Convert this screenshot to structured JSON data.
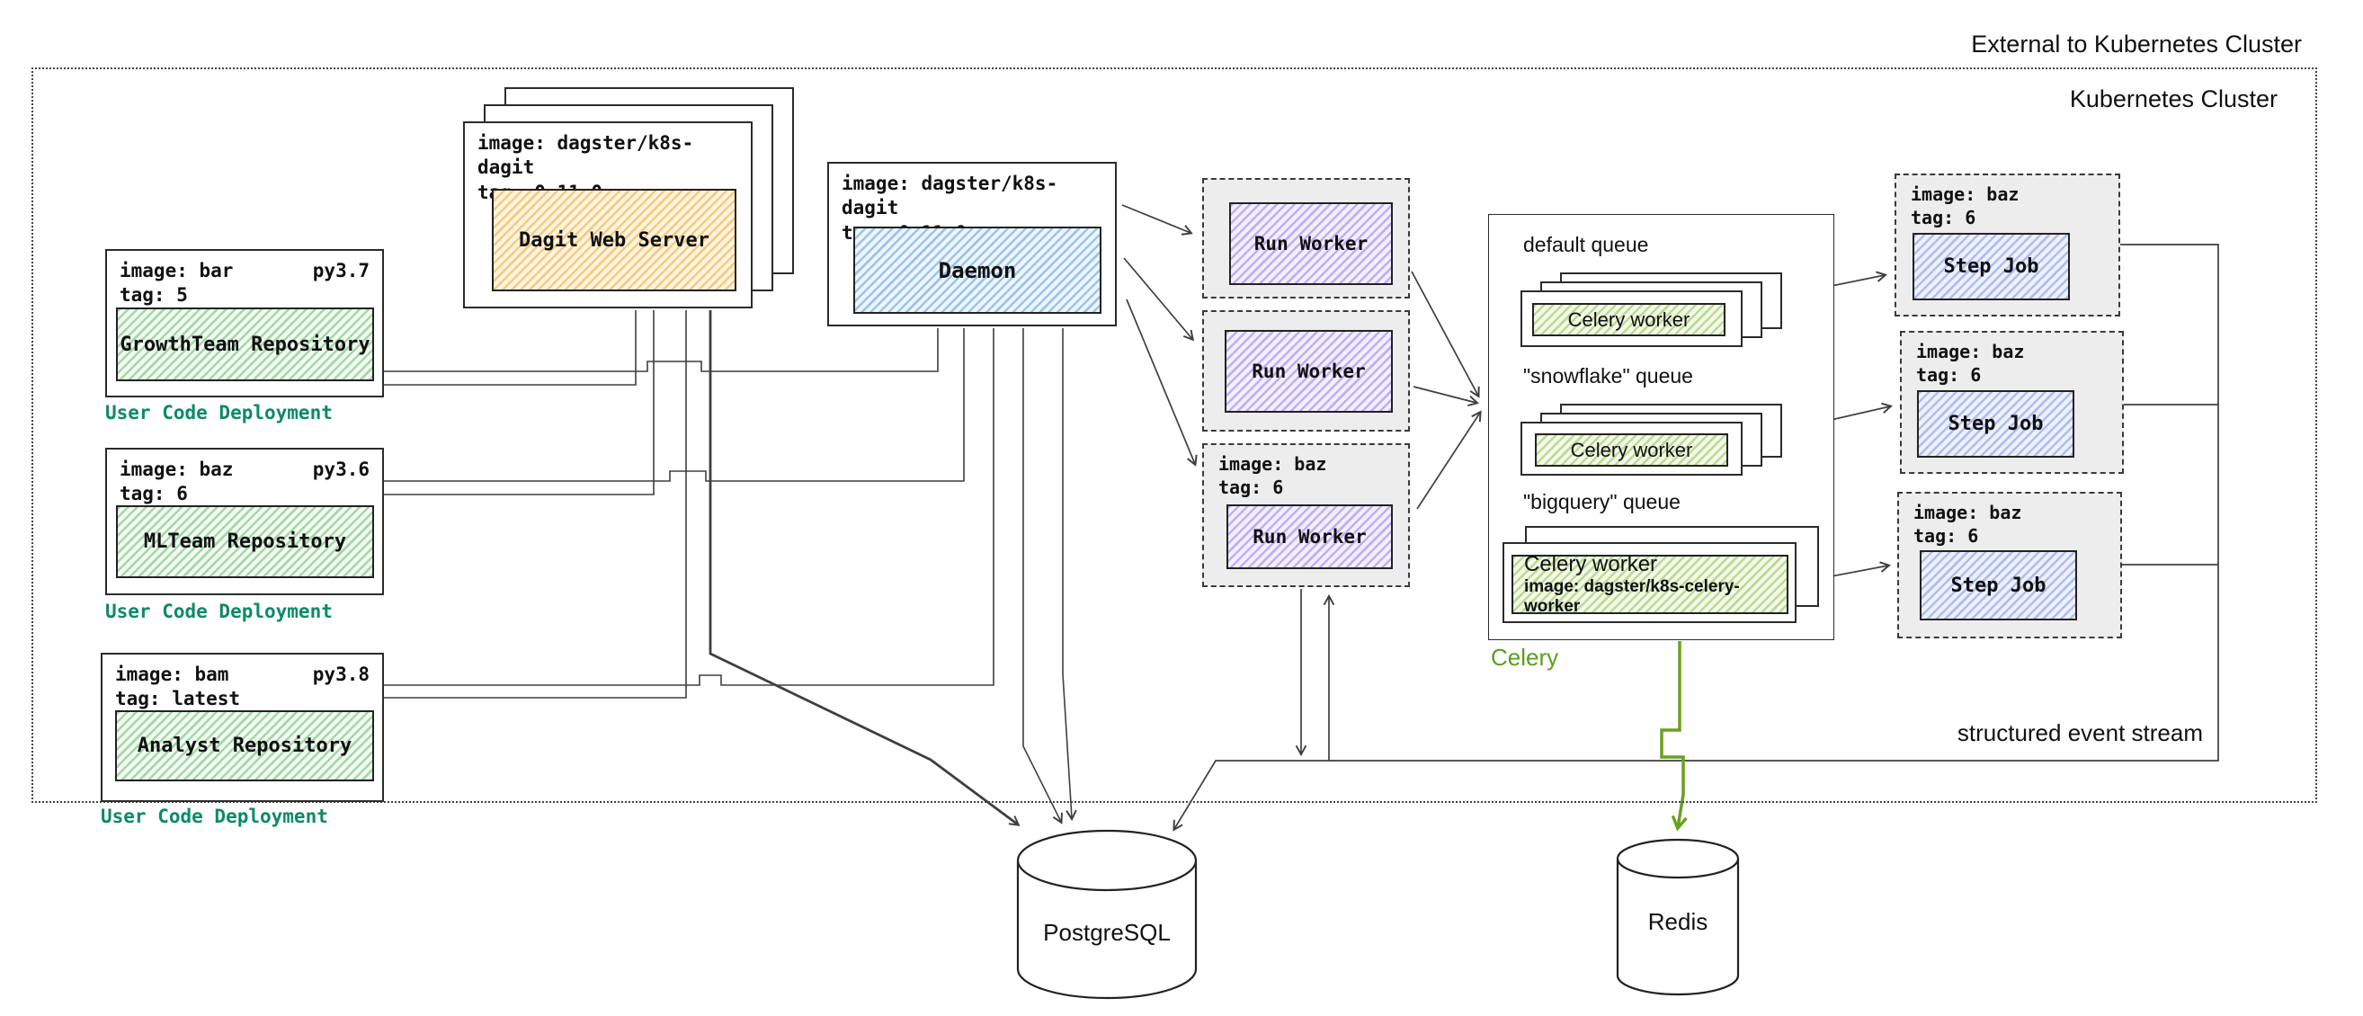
{
  "labels": {
    "external": "External to Kubernetes Cluster",
    "cluster": "Kubernetes Cluster",
    "event_stream": "structured event stream",
    "celery_caption": "Celery"
  },
  "user_code_deployments": [
    {
      "image": "image: bar",
      "py": "py3.7",
      "tag": "tag: 5",
      "name": "GrowthTeam Repository",
      "caption": "User Code Deployment"
    },
    {
      "image": "image: baz",
      "py": "py3.6",
      "tag": "tag: 6",
      "name": "MLTeam Repository",
      "caption": "User Code Deployment"
    },
    {
      "image": "image: bam",
      "py": "py3.8",
      "tag": "tag: latest",
      "name": "Analyst Repository",
      "caption": "User Code Deployment"
    }
  ],
  "dagit": {
    "image": "image: dagster/k8s-dagit",
    "tag": "tag: 0.11.0",
    "name": "Dagit Web Server"
  },
  "daemon": {
    "image": "image: dagster/k8s-dagit",
    "tag": "tag: 0.11.0",
    "name": "Daemon"
  },
  "run_workers": [
    {
      "name": "Run Worker"
    },
    {
      "name": "Run Worker"
    },
    {
      "image": "image: baz",
      "tag": "tag: 6",
      "name": "Run Worker"
    }
  ],
  "celery": {
    "queues": [
      {
        "label": "default queue",
        "worker": "Celery worker"
      },
      {
        "label": "\"snowflake\" queue",
        "worker": "Celery worker"
      },
      {
        "label": "\"bigquery\" queue",
        "worker": "Celery worker",
        "worker_image": "image: dagster/k8s-celery-worker"
      }
    ]
  },
  "step_jobs": [
    {
      "image": "image: baz",
      "tag": "tag: 6",
      "name": "Step Job"
    },
    {
      "image": "image: baz",
      "tag": "tag: 6",
      "name": "Step Job"
    },
    {
      "image": "image: baz",
      "tag": "tag: 6",
      "name": "Step Job"
    }
  ],
  "databases": {
    "postgres": "PostgreSQL",
    "redis": "Redis"
  },
  "colors": {
    "user_code_caption": "#0d8a68",
    "celery_label": "#5a9e1e",
    "celery_arrow": "#6aa121",
    "repo_hatch": "#66bb6a",
    "dagit_hatch": "#f0a935",
    "daemon_hatch": "#569cde",
    "run_worker_hatch": "#8d6ff0",
    "step_job_hatch": "#6e8ce6",
    "celery_worker_hatch": "#8bc34a",
    "wire": "#3f3f3f"
  }
}
